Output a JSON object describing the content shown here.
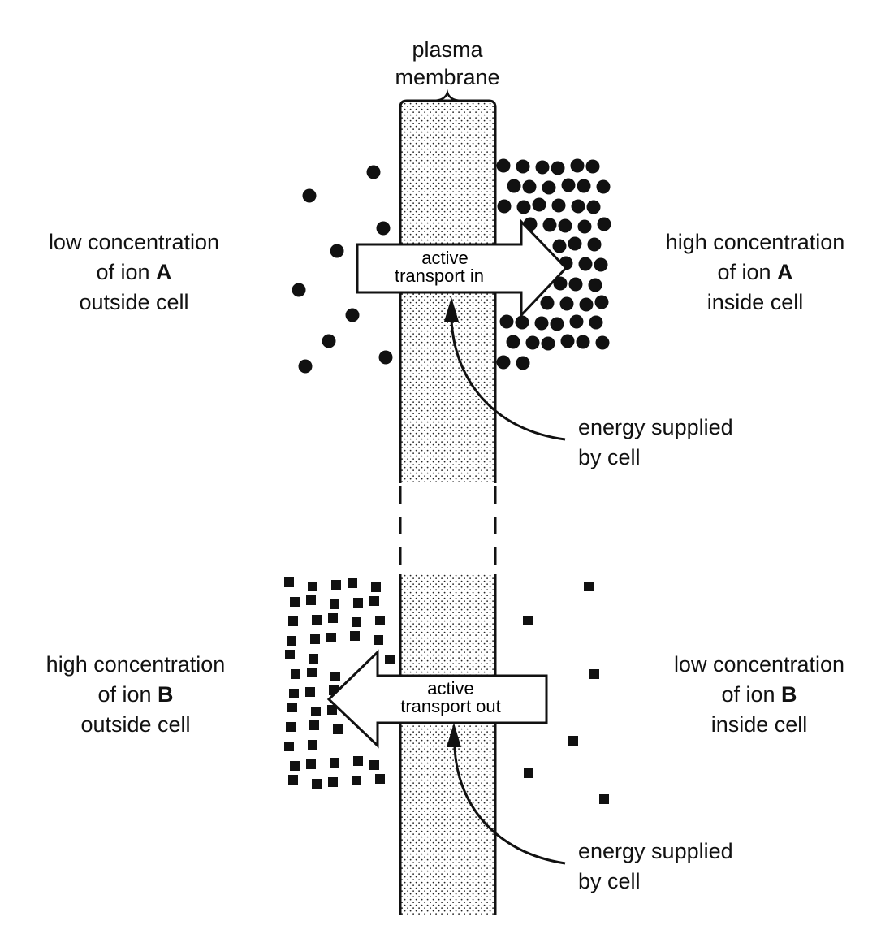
{
  "membrane_label": [
    "plasma",
    "membrane"
  ],
  "ion_a": {
    "outside_label": [
      "low concentration",
      "of ion",
      "A",
      "outside cell"
    ],
    "inside_label": [
      "high concentration",
      "of ion",
      "A",
      "inside cell"
    ],
    "arrow_label": [
      "active",
      "transport in"
    ],
    "energy_label": [
      "energy supplied",
      "by cell"
    ],
    "outside_count": 10,
    "inside_count": 50
  },
  "ion_b": {
    "outside_label": [
      "high concentration",
      "of ion",
      "B",
      "outside cell"
    ],
    "inside_label": [
      "low concentration",
      "of ion",
      "B",
      "inside cell"
    ],
    "arrow_label": [
      "active",
      "transport out"
    ],
    "energy_label": [
      "energy supplied",
      "by cell"
    ],
    "outside_count": 48,
    "inside_count": 7
  }
}
